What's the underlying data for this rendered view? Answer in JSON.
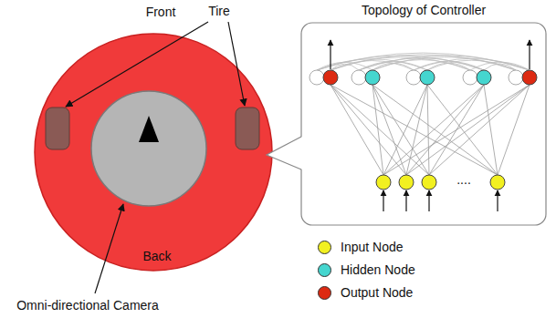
{
  "diagram": {
    "nodes": [
      {
        "text": [
          "Topology of Controller"
        ]
      }
    ],
    "labels": [
      "Front",
      "Tire",
      "Back",
      "Omni-directional Camera",
      "...."
    ],
    "legend": [
      {
        "text": "Input Node",
        "color": "#f2f020"
      },
      {
        "text": "Hidden Node",
        "color": "#45d6cf"
      },
      {
        "text": "Output Node",
        "color": "#dd2a12"
      }
    ]
  }
}
